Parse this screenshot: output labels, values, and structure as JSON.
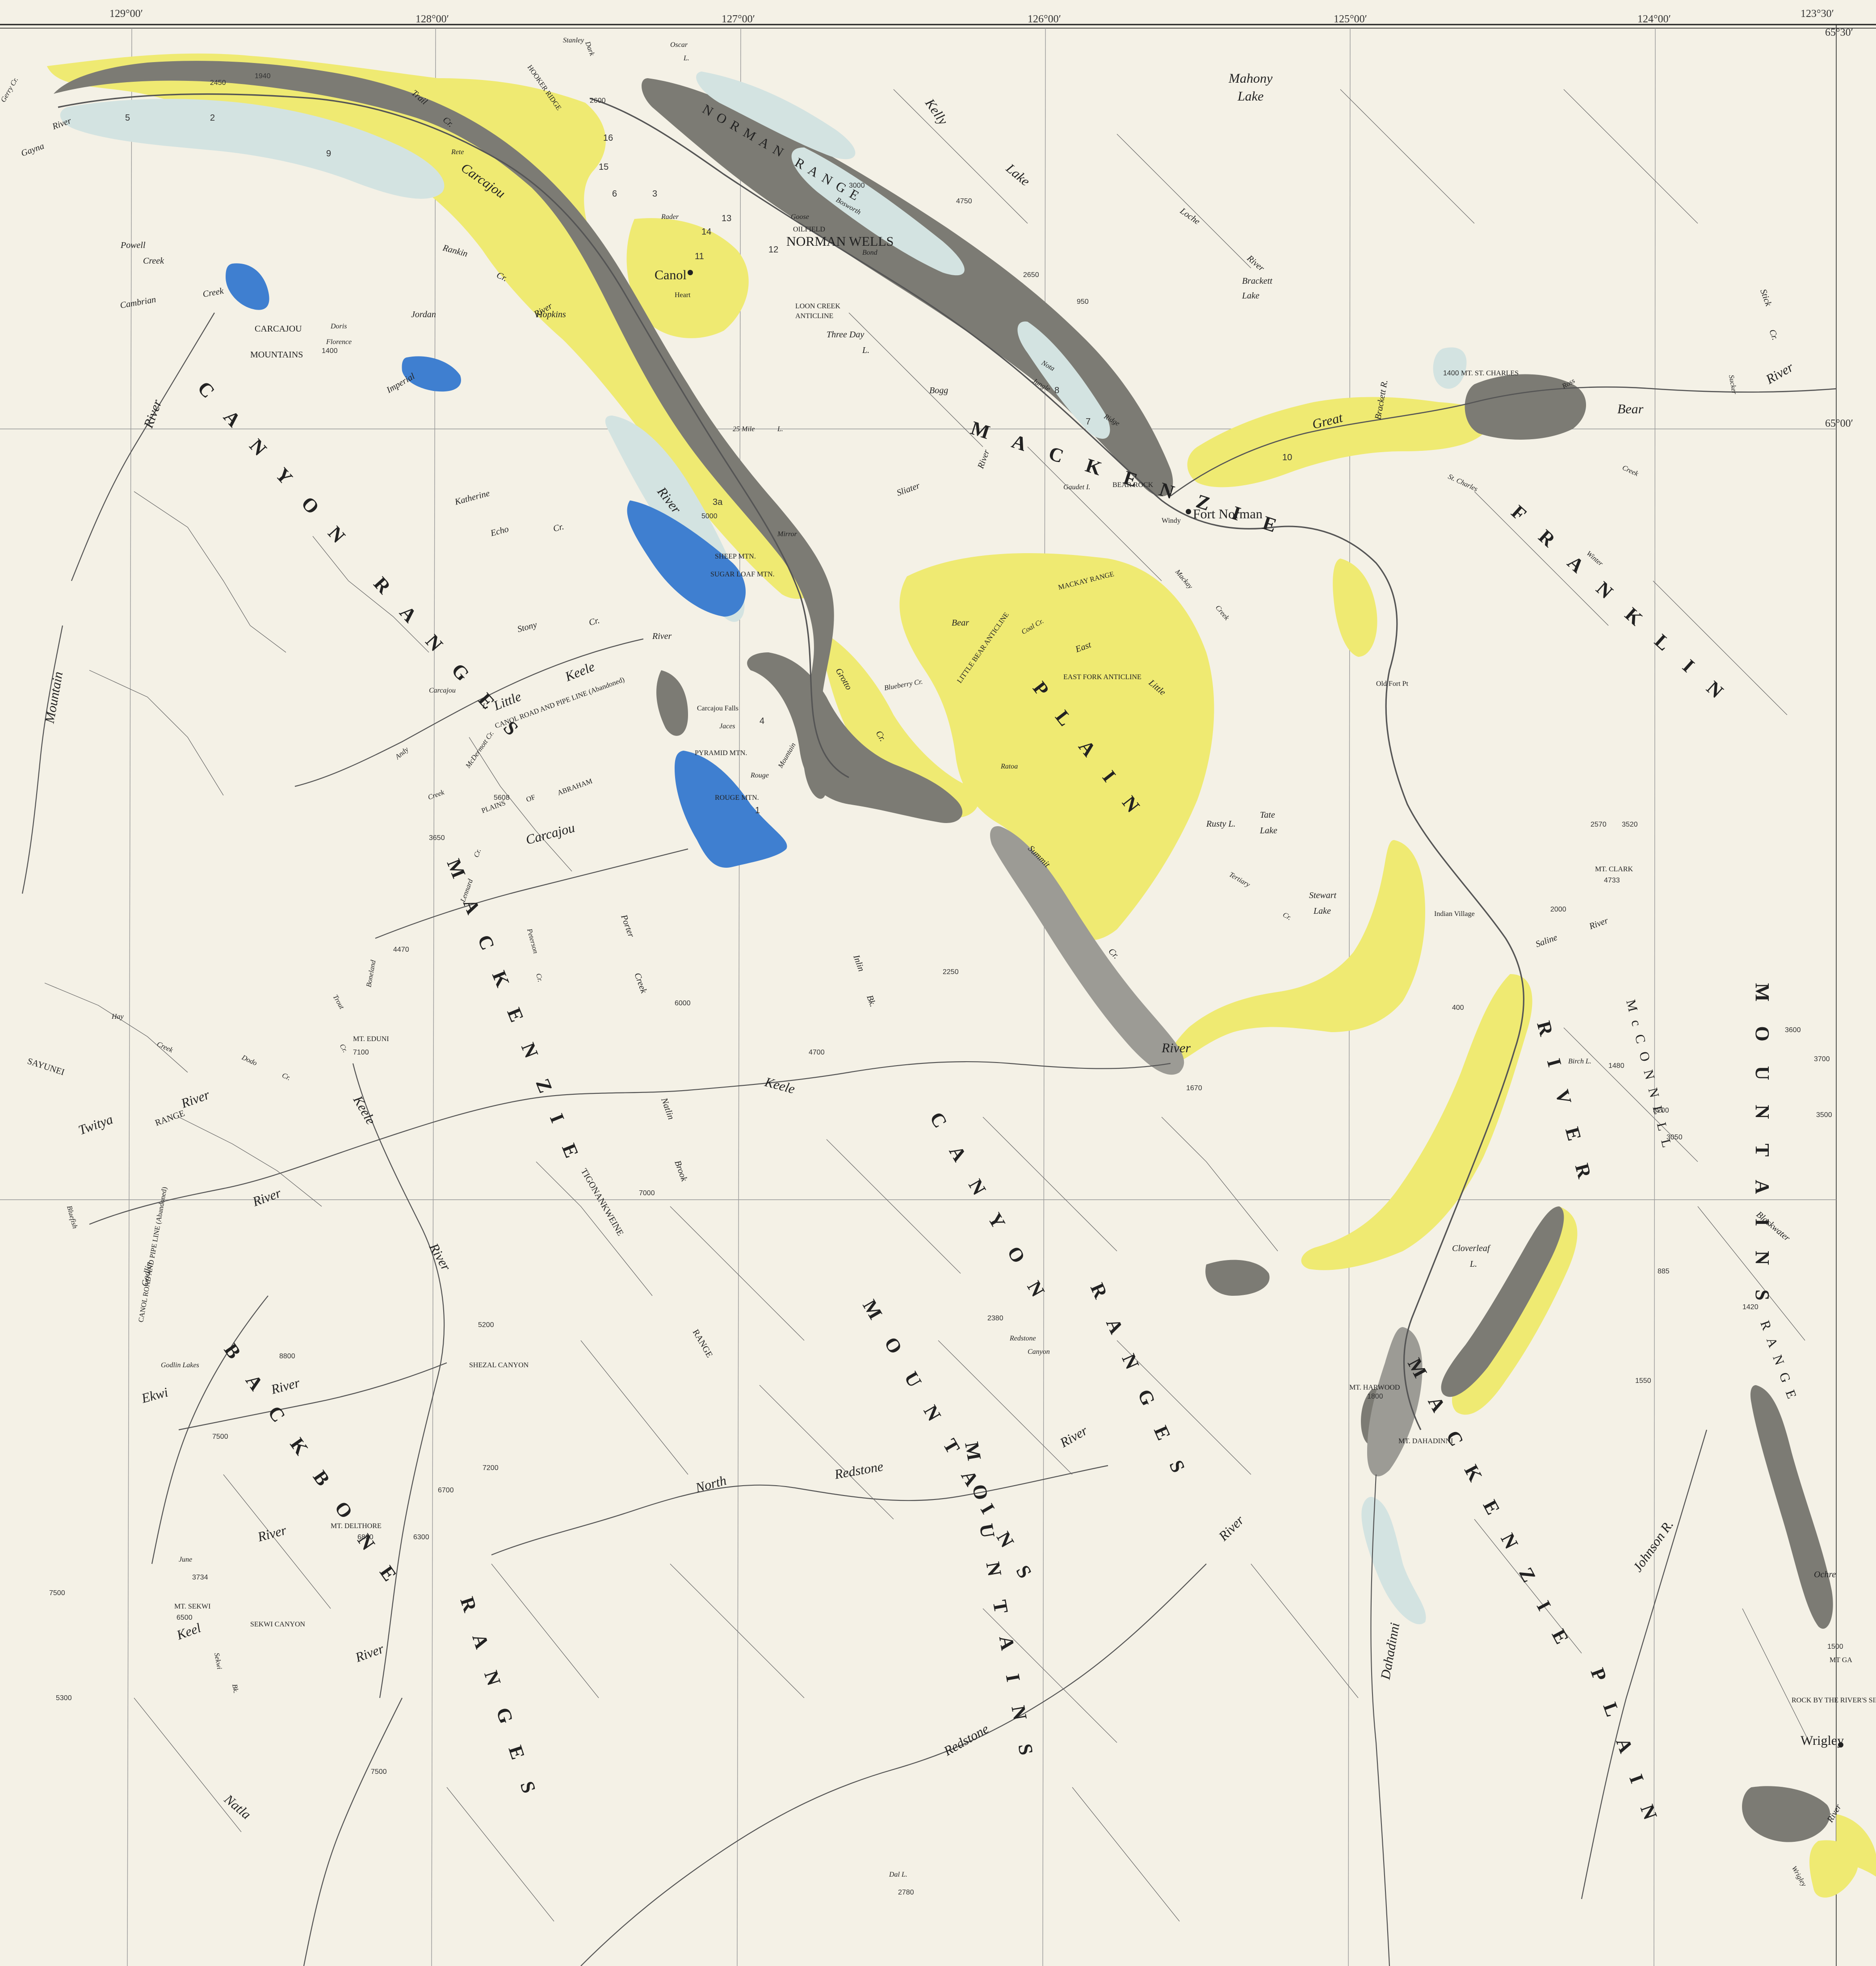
{
  "map": {
    "colors": {
      "paper": "#f4f1e6",
      "yellow": "#efea72",
      "dark_gray": "#7c7b74",
      "mid_gray": "#9c9b95",
      "pale_blue": "#d3e3e1",
      "blue": "#3f7fd0"
    },
    "longitude_labels": [
      "129°00′",
      "128°00′",
      "127°00′",
      "126°00′",
      "125°00′",
      "124°00′",
      "123°30′"
    ],
    "latitude_labels": [
      "65°30′",
      "65°00′"
    ],
    "settlements": {
      "norman_wells": "NORMAN WELLS",
      "fort_norman": "Fort Norman",
      "wrigley": "Wrigley",
      "canol": "Canol",
      "oilfield": "OILFIELD",
      "indian_village": "Indian Village",
      "old_fort_pt": "Old Fort Pt",
      "windy": "Windy",
      "heart": "Heart"
    },
    "ranges": {
      "norman_range": "NORMAN RANGE",
      "mackenzie_river_top": "MACKENZIE",
      "franklin": "FRANKLIN",
      "mountains_e": "MOUNTAINS",
      "mackenzie_mtns": "MACKENZIE",
      "canyon_ranges_w": "CANYON RANGES",
      "canyon_ranges_c": "CANYON",
      "ranges_c": "RANGES",
      "mountains_c": "MOUNTAINS",
      "mountains_c2": "MOUNTAINS",
      "backbone": "BACKBONE",
      "ranges_s": "RANGES",
      "mackenzie_plain": "MACKENZIE",
      "plain_e": "PLAIN",
      "plain_c": "PLAIN",
      "mcconnell": "McCONNELL",
      "range_e": "RANGE",
      "carcajou_mtns": "CARCAJOU",
      "carcajou_mtns2": "MOUNTAINS",
      "sayunei": "SAYUNEI",
      "range_w": "RANGE",
      "tigonankweine": "TIGONANKWEINE",
      "range_c": "RANGE",
      "mackay_range": "MACKAY RANGE",
      "plains_of": "PLAINS",
      "of": "OF",
      "abraham": "ABRAHAM"
    },
    "rivers": {
      "mackenzie_upper": "Carcajou",
      "river_e": "River",
      "river_big": "RIVER",
      "great_bear": "Great",
      "bear": "Bear",
      "river_gb": "River",
      "keele": "Keele",
      "keele_r": "River",
      "keele2": "Keele",
      "river_k2": "River",
      "keele_sw": "Keel",
      "redstone": "Redstone",
      "redstone2": "Redstone",
      "river_rs": "River",
      "river_rs2": "River",
      "north": "North",
      "carcajou": "Carcajou",
      "little": "Little",
      "keele_l": "Keele",
      "ekwi": "Ekwi",
      "river_ek": "River",
      "river_ek2": "River",
      "twitya": "Twitya",
      "river_tw": "River",
      "river_bb": "River",
      "river_sw": "River",
      "natla": "Natla",
      "dahadinni": "Dahadinni",
      "johnson": "Johnson R.",
      "blackwater": "Blackwater",
      "ochre": "Ochre",
      "saline": "Saline",
      "river_sal": "River",
      "mountain_river": "Mountain",
      "river_mtn": "River",
      "river_m2": "River",
      "imperial": "Imperial",
      "river_imp": "River",
      "gayna": "Gayna",
      "river_g": "River",
      "mirror": "Mirror",
      "rouge": "Rouge",
      "mountain": "Mountain",
      "river_wrig": "River",
      "wrigley_r": "Wrigley"
    },
    "creeks": {
      "kelly": "Kelly",
      "lake_k": "Lake",
      "loche": "Loche",
      "river_lo": "River",
      "brackett_r": "Brackett R.",
      "stick": "Stick",
      "cr_s": "Cr.",
      "powell": "Powell",
      "creek_p": "Creek",
      "cambrian": "Cambrian",
      "creek_c": "Creek",
      "rankin": "Rankin",
      "cr_r": "Cr.",
      "jordan": "Jordan",
      "hopkins": "Hopkins",
      "doris": "Doris",
      "florence": "Florence",
      "rete": "Rete",
      "trail": "Trail",
      "cr_t": "Cr.",
      "katherine": "Katherine",
      "echo": "Echo",
      "cr_e": "Cr.",
      "stony": "Stony",
      "cr_st": "Cr.",
      "andy": "Andy",
      "creek_a": "Creek",
      "sliater": "Sliater",
      "river_sl": "River",
      "bogg": "Bogg",
      "blueberry": "Blueberry Cr.",
      "grotto": "Grotto",
      "cr_g": "Cr.",
      "coal": "Coal Cr.",
      "east": "East",
      "little_e": "Little",
      "rusty": "Rusty L.",
      "tate": "Tate",
      "lake_t": "Lake",
      "stewart": "Stewart",
      "lake_s": "Lake",
      "summit": "Summit",
      "cr_su": "Cr.",
      "tertiary": "Tertiary",
      "cr_te": "Cr.",
      "porter": "Porter",
      "creek_po": "Creek",
      "lennard": "Lennard",
      "cr_l": "Cr.",
      "peterson": "Peterson",
      "cr_pe": "Cr.",
      "boneland": "Boneland",
      "hay": "Hay",
      "creek_h": "Creek",
      "dodo": "Dodo",
      "cr_d": "Cr.",
      "trout": "Trout",
      "cr_tr": "Cr.",
      "inlin": "Inlin",
      "bk": "Bk.",
      "natlin": "Natlin",
      "brook": "Brook",
      "mackay": "Mackay",
      "creek_ma": "Creek",
      "st_charles": "St. Charles",
      "creek_sc": "Creek",
      "winter": "Winter",
      "cloverleaf": "Cloverleaf",
      "l_c": "L.",
      "birch": "Birch L.",
      "sekwi": "Sekwi",
      "bk_se": "Bk.",
      "carcajou_l": "Carcajou",
      "l_ca": "L.",
      "mcdermott": "McDermott Cr.",
      "june": "June",
      "dal": "Dal L.",
      "godlin": "Godlin",
      "bluefish": "Bluefish",
      "mahony": "Mahony",
      "lake_m": "Lake",
      "brackett": "Brackett",
      "lake_b": "Lake",
      "three_day": "Three Day",
      "l_td": "L.",
      "oscar": "Oscar",
      "l_o": "L.",
      "jungle": "Jungle",
      "ridge": "Ridge",
      "bosworth": "Bosworth",
      "bond": "Bond",
      "rader": "Rader",
      "bear_cr": "Bear",
      "bear_rock": "BEAR ROCK",
      "nota": "Nota",
      "goose": "Goose",
      "jaces": "Jaces",
      "ratoa": "Ratoa",
      "gaudet": "Gaudet I.",
      "mile25": "25 Mile",
      "l_25": "L.",
      "redstone_l": "Redstone",
      "canyon_r": "Canyon",
      "stanley": "Stanley",
      "dark": "Dark",
      "ross": "Ross",
      "sucker": "Sucker",
      "gerry": "Gerry Cr.",
      "carcajou_falls": "Carcajou Falls"
    },
    "features": {
      "loon_creek": "LOON CREEK",
      "anticline": "ANTICLINE",
      "little_bear_anticline": "LITTLE BEAR ANTICLINE",
      "east_fork_anticline": "EAST FORK ANTICLINE",
      "canol_road": "CANOL ROAD AND PIPE LINE (Abandoned)",
      "canol_road2": "CANOL ROAD AND PIPE LINE (Abandoned)",
      "sheep_mtn": "SHEEP MTN.",
      "sugar_loaf": "SUGAR LOAF MTN.",
      "pyramid": "PYRAMID MTN.",
      "rouge_mtn": "ROUGE MTN.",
      "mt_eduni": "MT. EDUNI",
      "mt_delthore": "MT. DELTHORE",
      "mt_sekwi": "MT. SEKWI",
      "sekwi_canyon": "SEKWI CANYON",
      "shezal_canyon": "SHEZAL CANYON",
      "mt_clark": "MT. CLARK",
      "mt_st_charles": "MT. ST. CHARLES",
      "mt_hamwood": "MT. HARWOOD",
      "mt_dahadinni": "MT. DAHADINNI",
      "godlin_lakes": "Godlin Lakes",
      "rock_by_river": "ROCK BY THE RIVER'S SIDE",
      "hooker_ridge": "HOOKER RIDGE",
      "mt_ga": "MT GA"
    },
    "elevations": [
      "2250",
      "1940",
      "2450",
      "2600",
      "3000",
      "4750",
      "2650",
      "950",
      "1400",
      "5000",
      "3650",
      "5608",
      "4470",
      "6000",
      "7100",
      "4700",
      "7000",
      "5200",
      "8800",
      "7500",
      "7200",
      "6700",
      "6800",
      "6300",
      "2380",
      "3734",
      "6500",
      "7500",
      "5300",
      "7500",
      "2780",
      "1670",
      "2570",
      "3520",
      "4733",
      "2000",
      "3600",
      "3700",
      "1480",
      "3500",
      "3200",
      "3050",
      "885",
      "1420",
      "1550",
      "1500",
      "1400",
      "400",
      "1800"
    ],
    "unit_numbers": [
      "1",
      "2",
      "3",
      "3a",
      "4",
      "5",
      "6",
      "7",
      "8",
      "9",
      "10",
      "11",
      "12",
      "13",
      "14",
      "15",
      "16"
    ]
  }
}
